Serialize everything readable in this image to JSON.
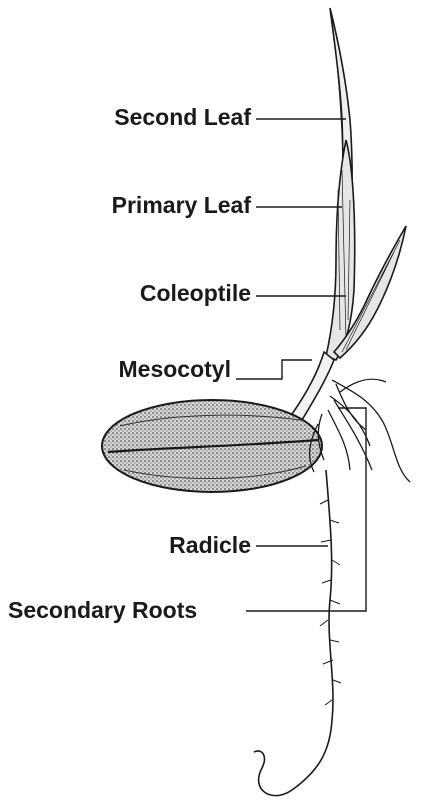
{
  "labels": {
    "second_leaf": "Second Leaf",
    "primary_leaf": "Primary Leaf",
    "coleoptile": "Coleoptile",
    "mesocotyl": "Mesocotyl",
    "radicle": "Radicle",
    "secondary_roots": "Secondary Roots"
  },
  "colors": {
    "ink": "#1a1a1a",
    "seed_fill": "#cfcfcf",
    "leaf_fill": "#e6e6e6"
  }
}
